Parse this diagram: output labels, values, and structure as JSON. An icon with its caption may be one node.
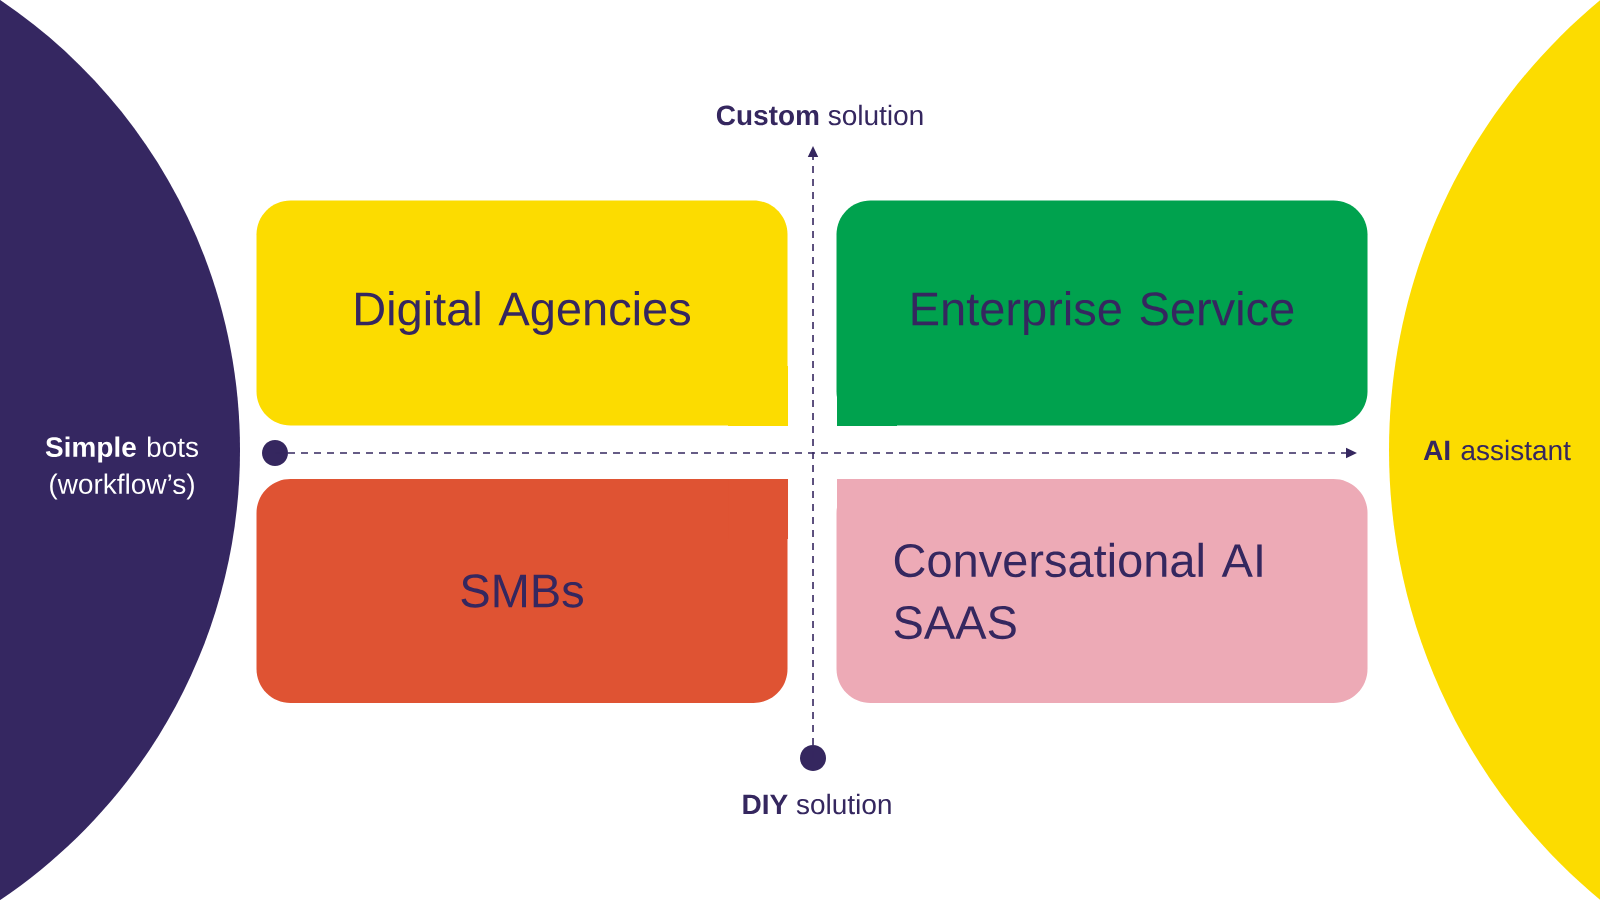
{
  "diagram": {
    "nodes": [
      {
        "text": [
          "**Simple** bots (workflow’s)"
        ]
      },
      {
        "text": [
          "Digital Agencies"
        ]
      },
      {
        "text": [
          "Enterprise Service"
        ]
      },
      {
        "text": [
          "SMBs"
        ]
      },
      {
        "text": [
          "Conversational AI SAAS"
        ]
      },
      {
        "text": [
          "**AI** assistant"
        ]
      }
    ],
    "labels": [
      "**Custom** solution",
      "**DIY** solution"
    ]
  }
}
